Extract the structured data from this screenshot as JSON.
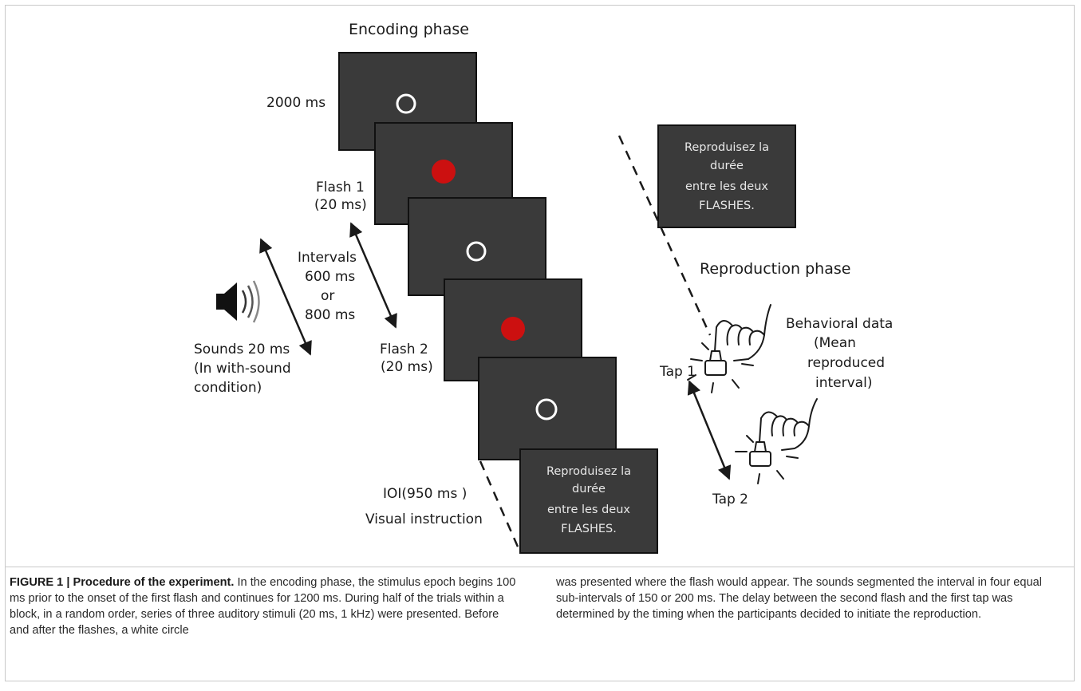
{
  "diagram": {
    "encoding_heading": "Encoding phase",
    "reproduction_heading": "Reproduction phase",
    "label_2000ms": "2000 ms",
    "flash1": [
      "Flash 1",
      "(20 ms)"
    ],
    "intervals": [
      "Intervals",
      "600 ms",
      "or",
      "800 ms"
    ],
    "flash2": [
      "Flash 2",
      "(20 ms)"
    ],
    "sounds": [
      "Sounds 20 ms",
      "(In with-sound",
      "condition)"
    ],
    "ioi": "IOI(950 ms )",
    "visual_instruction": "Visual instruction",
    "screen_instruction": [
      "Reproduisez la",
      "durée",
      "entre les deux",
      "FLASHES."
    ],
    "behavioral": [
      "Behavioral data",
      "(Mean",
      "reproduced",
      "interval)"
    ],
    "tap1": "Tap 1",
    "tap2": "Tap 2",
    "colors": {
      "screen": "#3a3a3a",
      "flash_dot": "#cc1010",
      "ring": "#ffffff"
    }
  },
  "caption": {
    "title": "FIGURE 1 | Procedure of the experiment.",
    "left_text": "In the encoding phase, the stimulus epoch begins 100 ms prior to the onset of the first flash and continues for 1200 ms. During half of the trials within a block, in a random order, series of three auditory stimuli (20 ms, 1 kHz) were presented. Before and after the flashes, a white circle",
    "right_text": "was presented where the flash would appear. The sounds segmented the interval in four equal sub-intervals of 150 or 200 ms. The delay between the second flash and the first tap was determined by the timing when the participants decided to initiate the reproduction."
  }
}
